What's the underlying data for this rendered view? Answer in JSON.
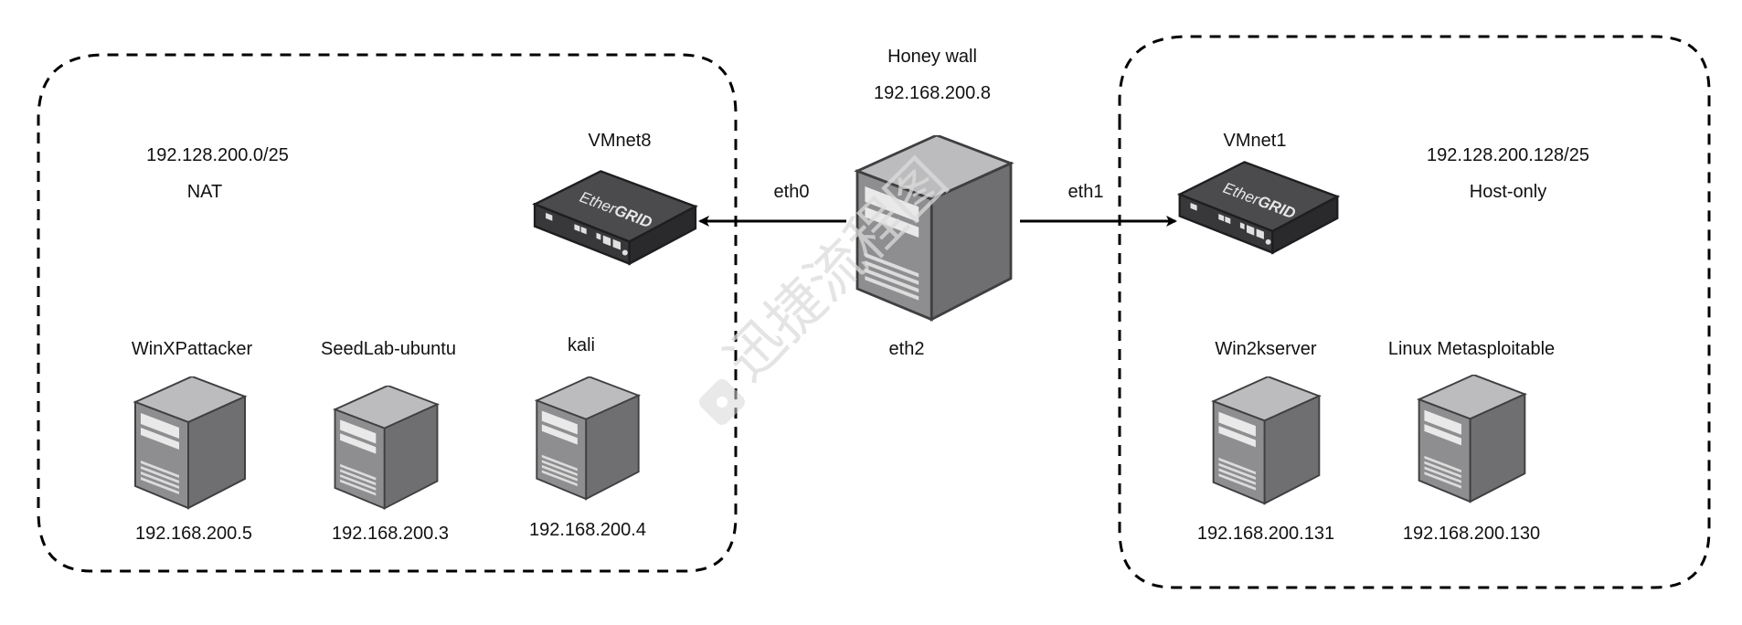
{
  "colors": {
    "line": "#000000",
    "server_front": "#8d8d8f",
    "server_side": "#6e6e70",
    "server_top": "#b8b8ba",
    "switch_body": "#3a3a3c",
    "switch_top": "#4b4b4d",
    "watermark": "#d8d8d8"
  },
  "honeywall": {
    "name": "Honey wall",
    "ip": "192.168.200.8",
    "iface_left": "eth0",
    "iface_right": "eth1",
    "iface_bottom": "eth2",
    "icon": "server-icon"
  },
  "left_network": {
    "subnet": "192.128.200.0/25",
    "mode": "NAT",
    "switch": {
      "label": "VMnet8",
      "brand_light": "Ether",
      "brand_bold": "GRID",
      "icon": "switch-icon"
    },
    "hosts": [
      {
        "name": "WinXPattacker",
        "ip": "192.168.200.5",
        "icon": "server-icon"
      },
      {
        "name": "SeedLab-ubuntu",
        "ip": "192.168.200.3",
        "icon": "server-icon"
      },
      {
        "name": "kali",
        "ip": "192.168.200.4",
        "icon": "server-icon"
      }
    ]
  },
  "right_network": {
    "subnet": "192.128.200.128/25",
    "mode": "Host-only",
    "switch": {
      "label": "VMnet1",
      "brand_light": "Ether",
      "brand_bold": "GRID",
      "icon": "switch-icon"
    },
    "hosts": [
      {
        "name": "Win2kserver",
        "ip": "192.168.200.131",
        "icon": "server-icon"
      },
      {
        "name": "Linux Metasploitable",
        "ip": "192.168.200.130",
        "icon": "server-icon"
      }
    ]
  },
  "watermark": {
    "text": "迅捷流程图",
    "icon": "watermark-logo-icon"
  }
}
